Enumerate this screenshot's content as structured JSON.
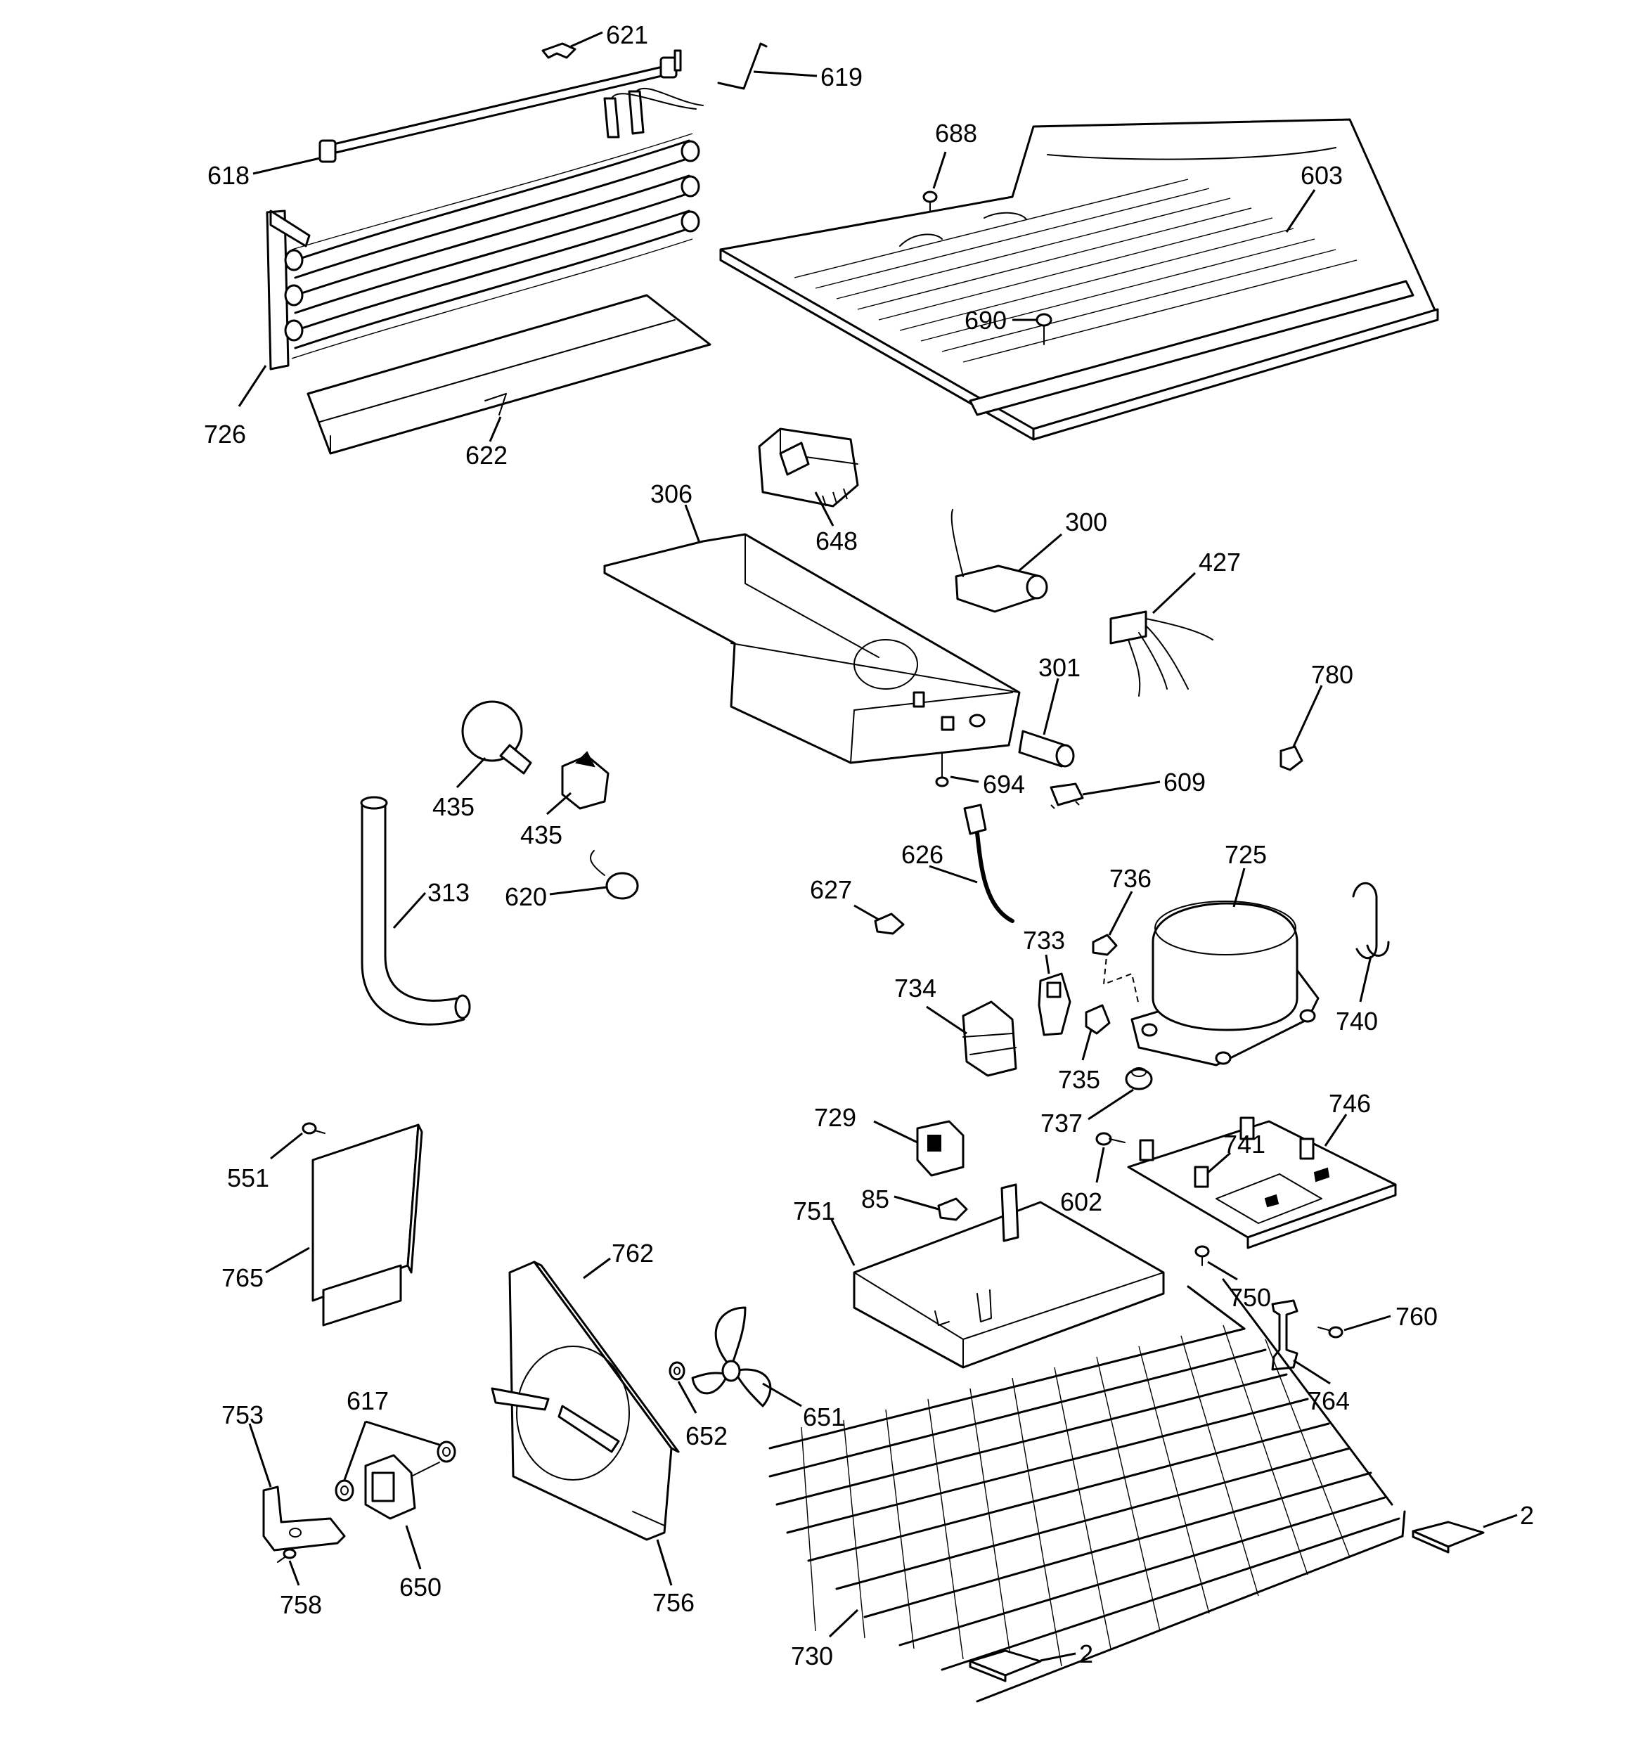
{
  "callouts": [
    {
      "key": "c621",
      "text": "621"
    },
    {
      "key": "c619",
      "text": "619"
    },
    {
      "key": "c688",
      "text": "688"
    },
    {
      "key": "c603",
      "text": "603"
    },
    {
      "key": "c618",
      "text": "618"
    },
    {
      "key": "c690",
      "text": "690"
    },
    {
      "key": "c726",
      "text": "726"
    },
    {
      "key": "c622",
      "text": "622"
    },
    {
      "key": "c306",
      "text": "306"
    },
    {
      "key": "c648",
      "text": "648"
    },
    {
      "key": "c300",
      "text": "300"
    },
    {
      "key": "c427",
      "text": "427"
    },
    {
      "key": "c301",
      "text": "301"
    },
    {
      "key": "c780",
      "text": "780"
    },
    {
      "key": "c435a",
      "text": "435"
    },
    {
      "key": "c435b",
      "text": "435"
    },
    {
      "key": "c694",
      "text": "694"
    },
    {
      "key": "c609",
      "text": "609"
    },
    {
      "key": "c626",
      "text": "626"
    },
    {
      "key": "c725",
      "text": "725"
    },
    {
      "key": "c313",
      "text": "313"
    },
    {
      "key": "c620",
      "text": "620"
    },
    {
      "key": "c627",
      "text": "627"
    },
    {
      "key": "c736",
      "text": "736"
    },
    {
      "key": "c733",
      "text": "733"
    },
    {
      "key": "c740",
      "text": "740"
    },
    {
      "key": "c734",
      "text": "734"
    },
    {
      "key": "c735",
      "text": "735"
    },
    {
      "key": "c737",
      "text": "737"
    },
    {
      "key": "c746",
      "text": "746"
    },
    {
      "key": "c729",
      "text": "729"
    },
    {
      "key": "c741",
      "text": "741"
    },
    {
      "key": "c551",
      "text": "551"
    },
    {
      "key": "c602",
      "text": "602"
    },
    {
      "key": "c85",
      "text": "85"
    },
    {
      "key": "c751",
      "text": "751"
    },
    {
      "key": "c765",
      "text": "765"
    },
    {
      "key": "c762",
      "text": "762"
    },
    {
      "key": "c750",
      "text": "750"
    },
    {
      "key": "c760",
      "text": "760"
    },
    {
      "key": "c764",
      "text": "764"
    },
    {
      "key": "c652",
      "text": "652"
    },
    {
      "key": "c651",
      "text": "651"
    },
    {
      "key": "c753",
      "text": "753"
    },
    {
      "key": "c617",
      "text": "617"
    },
    {
      "key": "c2a",
      "text": "2"
    },
    {
      "key": "c650",
      "text": "650"
    },
    {
      "key": "c758",
      "text": "758"
    },
    {
      "key": "c756",
      "text": "756"
    },
    {
      "key": "c730",
      "text": "730"
    },
    {
      "key": "c2b",
      "text": "2"
    }
  ]
}
